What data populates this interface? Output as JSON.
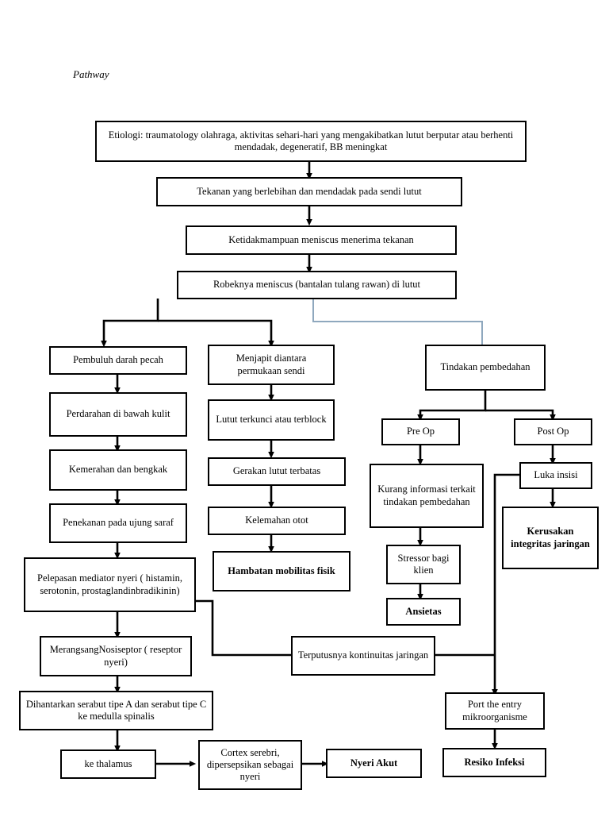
{
  "document": {
    "title": "Pathway",
    "background_color": "#ffffff",
    "text_color": "#000000"
  },
  "colors": {
    "node_border": "#000000",
    "connector_black": "#000000",
    "connector_blue": "#8fa8be"
  },
  "nodes": {
    "etiologi": "Etiologi: traumatology olahraga, aktivitas sehari-hari yang mengakibatkan lutut berputar atau berhenti mendadak, degeneratif, BB meningkat",
    "tekanan": "Tekanan yang berlebihan dan mendadak pada sendi lutut",
    "ketidakmampuan": "Ketidakmampuan meniscus menerima tekanan",
    "robeknya": "Robeknya meniscus (bantalan tulang rawan) di lutut",
    "pembuluh": "Pembuluh darah pecah",
    "perdarahan": "Perdarahan di bawah kulit",
    "kemerahan": "Kemerahan dan bengkak",
    "penekanan": "Penekanan pada ujung saraf",
    "pelepasan": "Pelepasan mediator nyeri ( histamin, serotonin, prostaglandinbradikinin)",
    "merangsang": "MerangsangNosiseptor ( reseptor nyeri)",
    "dihantarkan": "Dihantarkan serabut tipe A dan serabut tipe C ke medulla spinalis",
    "ke_thalamus": "ke thalamus",
    "cortex": "Cortex serebri, dipersepsikan sebagai nyeri",
    "nyeri_akut": "Nyeri Akut",
    "menjapit": "Menjapit diantara permukaan sendi",
    "lutut_terkunci": "Lutut terkunci atau terblock",
    "gerakan": "Gerakan lutut terbatas",
    "kelemahan": "Kelemahan otot",
    "hambatan": "Hambatan mobilitas fisik",
    "tindakan": "Tindakan pembedahan",
    "pre_op": "Pre Op",
    "post_op": "Post Op",
    "kurang_informasi": "Kurang informasi terkait tindakan pembedahan",
    "stressor": "Stressor bagi klien",
    "ansietas": "Ansietas",
    "luka_insisi": "Luka insisi",
    "kerusakan": "Kerusakan integritas jaringan",
    "terputusnya": "Terputusnya kontinuitas jaringan",
    "port_entry": "Port the entry mikroorganisme",
    "resiko_infeksi": "Resiko Infeksi"
  }
}
